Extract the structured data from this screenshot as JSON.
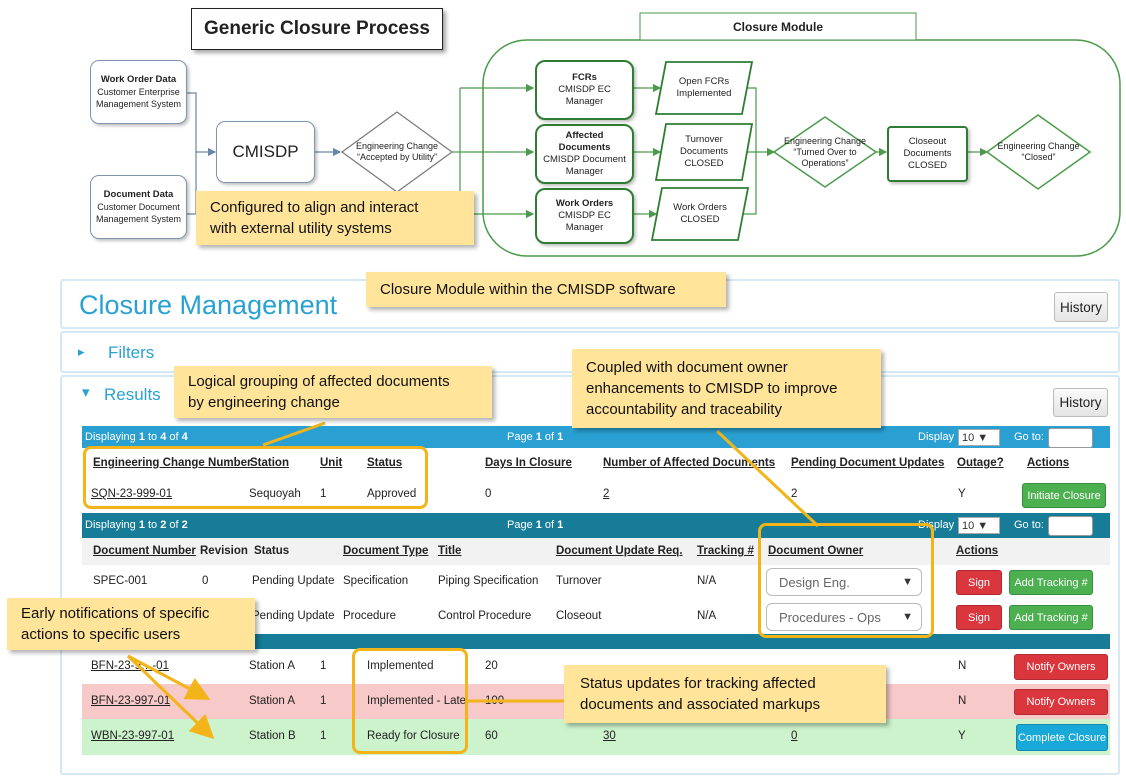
{
  "diagram": {
    "title": "Generic Closure Process",
    "work_order_data": {
      "title": "Work Order Data",
      "line1": "Customer Enterprise",
      "line2": "Management System"
    },
    "document_data": {
      "title": "Document Data",
      "line1": "Customer Document",
      "line2": "Management System"
    },
    "cmisdp": "CMISDP",
    "diamond1": {
      "line1": "Engineering Change",
      "line2": "“Accepted by Utility”"
    },
    "module_label": "Closure Module",
    "fcrs": {
      "title": "FCRs",
      "line1": "CMISDP EC",
      "line2": "Manager"
    },
    "affected": {
      "title1": "Affected",
      "title2": "Documents",
      "line1": "CMISDP Document",
      "line2": "Manager"
    },
    "work_orders": {
      "title": "Work Orders",
      "line1": "CMISDP EC",
      "line2": "Manager"
    },
    "para1": {
      "line1": "Open FCRs",
      "line2": "Implemented"
    },
    "para2": {
      "line1": "Turnover",
      "line2": "Documents",
      "line3": "CLOSED"
    },
    "para3": {
      "line1": "Work Orders",
      "line2": "CLOSED"
    },
    "diamond2": {
      "line1": "Engineering Change",
      "line2": "“Turned Over to",
      "line3": "Operations”"
    },
    "closeout": {
      "line1": "Closeout",
      "line2": "Documents",
      "line3": "CLOSED"
    },
    "diamond3": {
      "line1": "Engineering Change",
      "line2": "“Closed”"
    }
  },
  "notes": {
    "configured": {
      "line1": "Configured to align and interact",
      "line2": "with external utility systems"
    },
    "module_within": "Closure Module within the CMISDP software",
    "grouping": {
      "line1": "Logical grouping of affected documents",
      "line2": "by engineering change"
    },
    "owner": {
      "line1": "Coupled with document owner",
      "line2": "enhancements to CMISDP to improve",
      "line3": "accountability and traceability"
    },
    "early": {
      "line1": "Early notifications of specific",
      "line2": "actions to specific users"
    },
    "status": {
      "line1": "Status updates for tracking affected",
      "line2": "documents and associated markups"
    }
  },
  "app": {
    "title": "Closure Management",
    "history_label": "History",
    "filters_label": "Filters",
    "results_label": "Results",
    "results_history_label": "History",
    "collapsed_arrow": "▸",
    "expanded_arrow": "▾"
  },
  "ec_table": {
    "displaying": {
      "pre": "Displaying ",
      "a": "1",
      "mid1": " to ",
      "b": "4",
      "mid2": " of ",
      "c": "4"
    },
    "page": {
      "pre": "Page ",
      "a": "1",
      "mid": " of ",
      "b": "1"
    },
    "display_label": "Display",
    "display_value": "10",
    "goto_label": "Go to:",
    "headers": [
      "Engineering Change Number",
      "Station",
      "Unit",
      "Status",
      "Days In Closure",
      "Number of Affected Documents",
      "Pending Document Updates",
      "Outage?",
      "Actions"
    ],
    "row": {
      "number": "SQN-23-999-01",
      "station": "Sequoyah",
      "unit": "1",
      "status": "Approved",
      "days": "0",
      "affected": "2",
      "pending": "2",
      "outage": "Y",
      "action": "Initiate Closure"
    }
  },
  "doc_table": {
    "displaying": {
      "pre": "Displaying ",
      "a": "1",
      "mid1": " to ",
      "b": "2",
      "mid2": " of ",
      "c": "2"
    },
    "page": {
      "pre": "Page ",
      "a": "1",
      "mid": " of ",
      "b": "1"
    },
    "display_label": "Display",
    "display_value": "10",
    "goto_label": "Go to:",
    "headers": [
      "Document Number",
      "Revision",
      "Status",
      "Document Type",
      "Title",
      "Document Update Req.",
      "Tracking #",
      "Document Owner",
      "Actions"
    ],
    "rows": [
      {
        "number": "SPEC-001",
        "revision": "0",
        "status": "Pending Update",
        "type": "Specification",
        "title": "Piping Specification",
        "update": "Turnover",
        "tracking": "N/A",
        "owner": "Design Eng.",
        "sign": "Sign",
        "add": "Add Tracking #"
      },
      {
        "number": "",
        "revision": "",
        "status": "Pending Update",
        "type": "Procedure",
        "title": "Control Procedure",
        "update": "Closeout",
        "tracking": "N/A",
        "owner": "Procedures - Ops",
        "sign": "Sign",
        "add": "Add Tracking #"
      }
    ]
  },
  "lower_rows": [
    {
      "number": "BFN-23-9…-01",
      "station": "Station A",
      "unit": "1",
      "status": "Implemented",
      "days": "20",
      "affected": "…",
      "pending": "…",
      "outage": "N",
      "action": "Notify Owners",
      "bg": "#ffffff"
    },
    {
      "number": "BFN-23-997-01",
      "station": "Station A",
      "unit": "1",
      "status": "Implemented - Late",
      "days": "100",
      "affected": "",
      "pending": "",
      "outage": "N",
      "action": "Notify Owners",
      "bg": "#f7c9c9"
    },
    {
      "number": "WBN-23-997-01",
      "station": "Station B",
      "unit": "1",
      "status": "Ready for Closure",
      "days": "60",
      "affected": "30",
      "pending": "0",
      "outage": "Y",
      "action": "Complete Closure",
      "bg": "#ccf3cc"
    }
  ],
  "colors": {
    "bar_top": "#2aa0d2",
    "bar_sub": "#167c98",
    "accent": "#29a1d1",
    "highlight": "#f2b418",
    "note": "#ffe49a",
    "flow_green": "#2e7d32"
  }
}
